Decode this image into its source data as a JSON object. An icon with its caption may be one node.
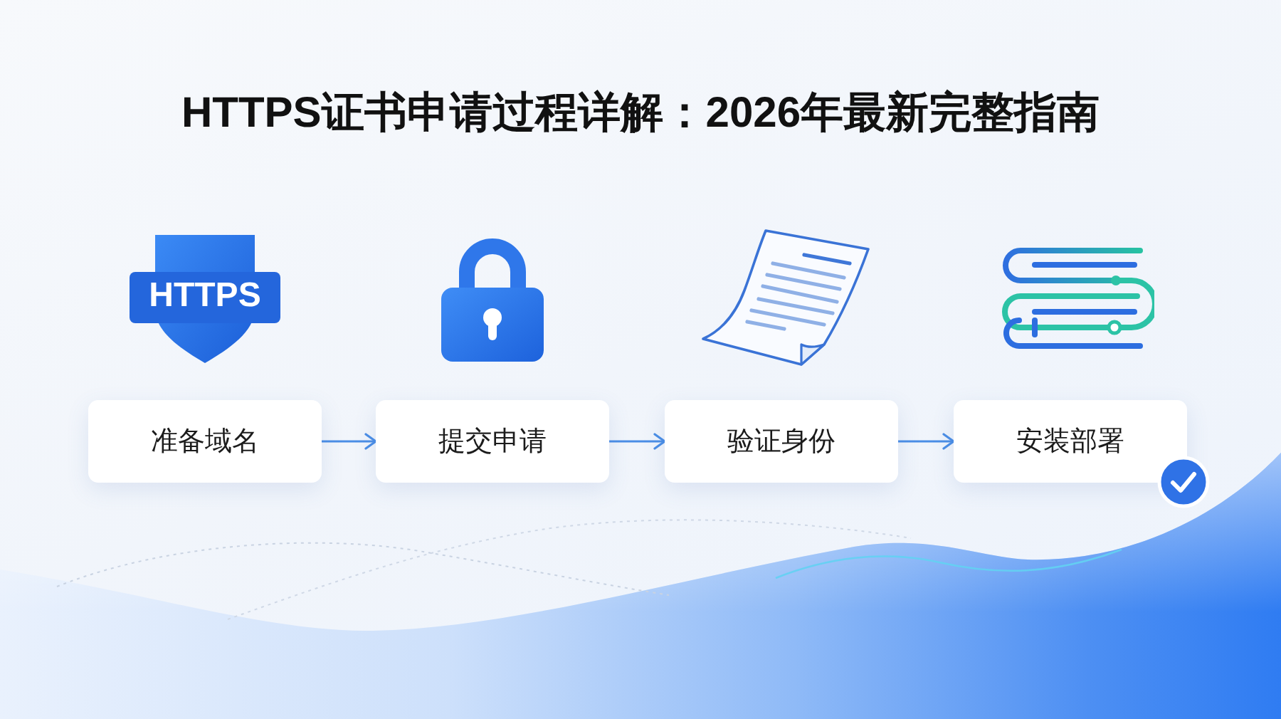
{
  "diagram": {
    "title": "HTTPS证书申请过程详解：2026年最新完整指南",
    "nodes": [
      {
        "text": [
          "准备域名"
        ]
      },
      {
        "text": [
          "提交申请"
        ]
      },
      {
        "text": [
          "验证身份"
        ]
      },
      {
        "text": [
          "安装部署"
        ]
      }
    ],
    "edges": [
      {
        "from": 0,
        "to": 1,
        "arrow": "to"
      },
      {
        "from": 1,
        "to": 2,
        "arrow": "to"
      },
      {
        "from": 2,
        "to": 3,
        "arrow": "to"
      }
    ],
    "labels": [
      "HTTPS"
    ]
  }
}
